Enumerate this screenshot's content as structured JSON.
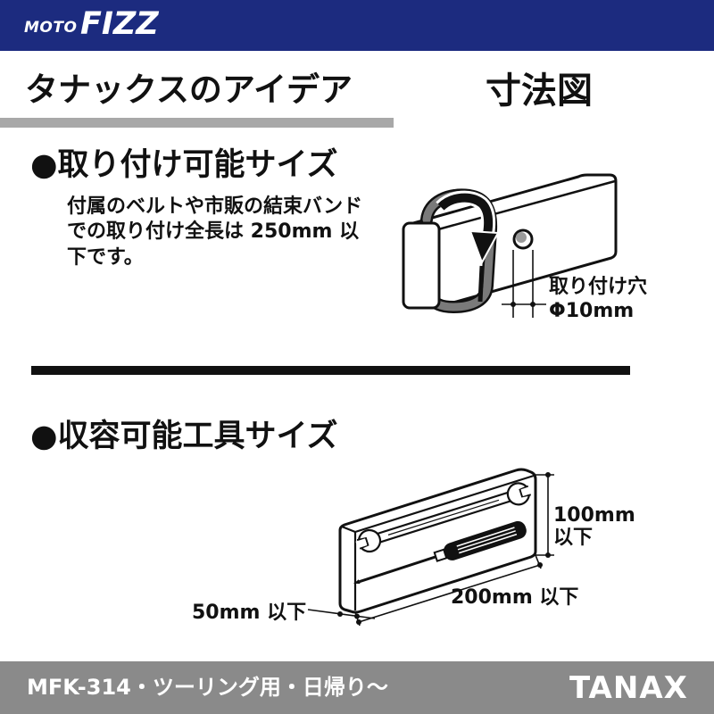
{
  "header": {
    "logo_moto": "MOTO",
    "logo_fizz": "FIZZ"
  },
  "title": {
    "idea": "タナックスのアイデア",
    "dimension": "寸法図"
  },
  "mounting": {
    "heading": "●取り付け可能サイズ",
    "description": [
      "付属のベルトや市販の結束バンド",
      "での取り付け全長は 250mm 以",
      "下です。"
    ],
    "hole_label": "取り付け穴",
    "hole_size": "Φ10mm"
  },
  "storage": {
    "heading": "●収容可能工具サイズ",
    "height_value": "100mm",
    "height_suffix": "以下",
    "width_label": "200mm 以下",
    "depth_label": "50mm 以下"
  },
  "footer": {
    "model": "MFK-314・ツーリング用・日帰り〜",
    "brand": "TANAX"
  },
  "colors": {
    "header_bg": "#1c2b7f",
    "footer_bg": "#8a8a8a",
    "rule_gray": "#a8a8a8",
    "ink": "#111111"
  }
}
